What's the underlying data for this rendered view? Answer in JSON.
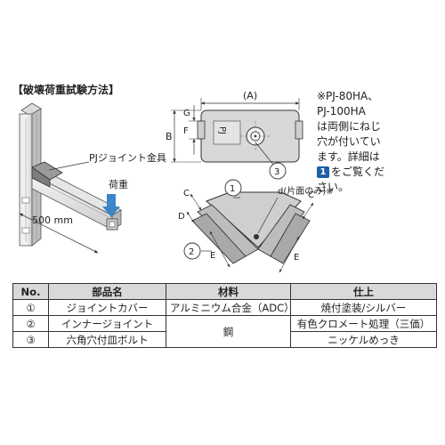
{
  "title": "【破壊荷重試験方法】",
  "test_figure": {
    "joint_label": "PJジョイント金具",
    "load_label": "荷重",
    "length_label": "500 mm"
  },
  "top_view": {
    "dim_a": "(A)",
    "dim_b": "B",
    "dim_f": "F",
    "dim_g": "G",
    "callout_3": "3",
    "body_text": "PJ"
  },
  "corner_view": {
    "callout_1": "1",
    "callout_2": "2",
    "dim_c_left": "C",
    "dim_c_right": "C",
    "dim_d": "D",
    "dim_e_left": "E",
    "dim_e_right": "E",
    "hole_note": "d(片面のみ)※"
  },
  "note": {
    "lines": [
      "※PJ-80HA、",
      "PJ-100HA",
      "は両側にねじ",
      "穴が付いてい",
      "ます。詳細は"
    ],
    "badge": "1",
    "line_after_badge": "をご覧くだ",
    "last_line": "さい。"
  },
  "table": {
    "headers": [
      "No.",
      "部品名",
      "材料",
      "仕上"
    ],
    "rows": [
      {
        "no": "①",
        "name": "ジョイントカバー",
        "material": "アルミニウム合金（ADC）",
        "finish": "焼付塗装/シルバー"
      },
      {
        "no": "②",
        "name": "インナージョイント",
        "material": "鋼",
        "finish": "有色クロメート処理（三価）"
      },
      {
        "no": "③",
        "name": "六角穴付皿ボルト",
        "material": "",
        "finish": "ニッケルめっき"
      }
    ]
  }
}
